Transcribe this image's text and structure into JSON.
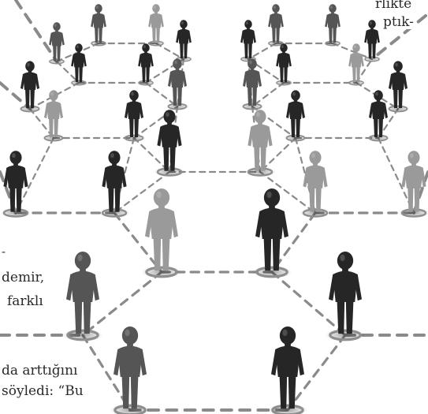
{
  "text_fragments": [
    "rlikte",
    "ptık-",
    "-",
    "demir,",
    "farklı",
    "da arttığını",
    "söyledi: “Bu"
  ],
  "colors": {
    "background": "#ffffff",
    "network_line": "#8a8a8a",
    "node_ring": "#8e8e8e",
    "figure_dark": "#262626",
    "figure_mid": "#555555",
    "figure_light": "#9a9a9a",
    "text": "#2a2a2a"
  }
}
